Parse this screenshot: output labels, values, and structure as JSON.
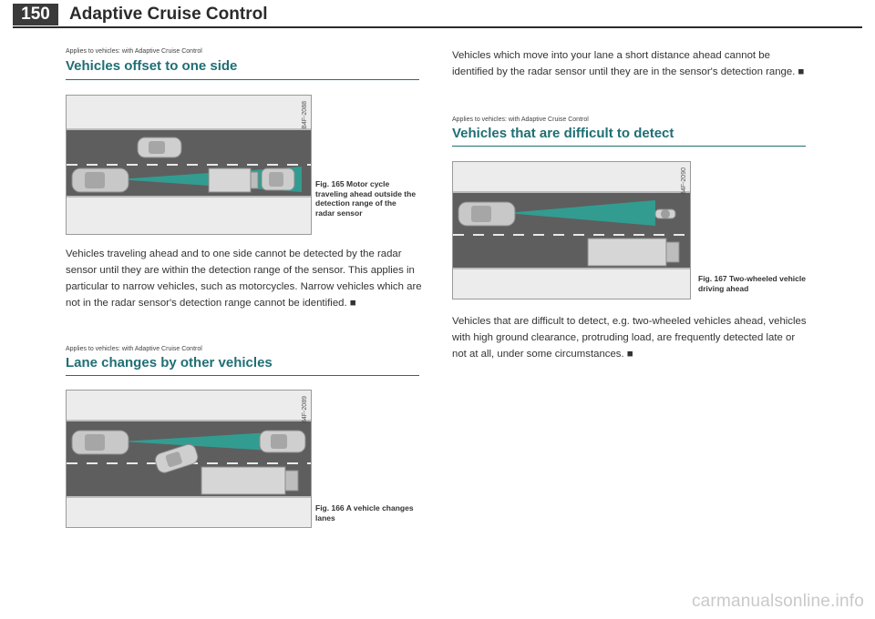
{
  "header": {
    "page_number": "150",
    "title": "Adaptive Cruise Control"
  },
  "sections": [
    {
      "applies": "Applies to vehicles: with Adaptive Cruise Control",
      "title": "Vehicles offset to one side",
      "figure": {
        "code": "B4F-2088",
        "caption": "Fig. 165  Motor cycle traveling ahead outside the detection range of the radar sensor"
      },
      "body": "Vehicles traveling ahead and to one side cannot be detected by the radar sensor until they are within the detection range of the sensor. This applies in particular to narrow vehicles, such as motorcycles. Narrow vehicles which are not in the radar sensor's detection range cannot be identified. ■"
    },
    {
      "applies": "Applies to vehicles: with Adaptive Cruise Control",
      "title": "Lane changes by other vehicles",
      "figure": {
        "code": "B4F-2089",
        "caption": "Fig. 166  A vehicle changes lanes"
      },
      "body": "Vehicles which move into your lane a short distance ahead cannot be identified by the radar sensor until they are in the sensor's detection range. ■"
    },
    {
      "applies": "Applies to vehicles: with Adaptive Cruise Control",
      "title": "Vehicles that are difficult to detect",
      "figure": {
        "code": "B4F-2090",
        "caption": "Fig. 167  Two-wheeled vehicle driving ahead"
      },
      "body": "Vehicles that are difficult to detect, e.g. two-wheeled vehicles ahead, vehicles with high ground clearance, protruding load, are frequently detected late or not at all, under some circumstances. ■"
    }
  ],
  "footer": {
    "watermark": "carmanualsonline.info"
  },
  "colors": {
    "accent": "#1f6f74",
    "radar": "#2aa79a",
    "road": "#5e5e5e"
  }
}
